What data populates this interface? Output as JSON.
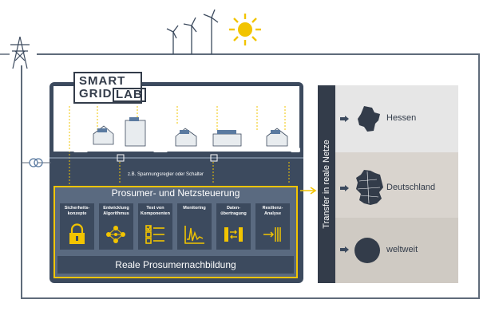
{
  "logo": {
    "line1": "SMART",
    "line2": "GRID",
    "line3": "LAB"
  },
  "voltage_note": "z.B. Spannungsregler oder Schalter",
  "control": {
    "title": "Prosumer- und Netzsteuerung",
    "footer": "Reale Prosumernachbildung",
    "modules": [
      {
        "label": "Sicherheits-\nkonzepte",
        "icon": "padlock-icon"
      },
      {
        "label": "Entwicklung\nAlgorithmus",
        "icon": "network-nodes-icon"
      },
      {
        "label": "Test von\nKomponenten",
        "icon": "checklist-icon"
      },
      {
        "label": "Monitoring",
        "icon": "waveform-icon"
      },
      {
        "label": "Daten-\nübertragung",
        "icon": "data-transfer-icon"
      },
      {
        "label": "Resilienz-\nAnalyse",
        "icon": "resilience-arrow-icon"
      }
    ]
  },
  "transfer_label": "Transfer in reale Netze",
  "regions": [
    {
      "label": "Hessen",
      "icon": "hessen-map-icon"
    },
    {
      "label": "Deutschland",
      "icon": "germany-map-icon"
    },
    {
      "label": "weltweit",
      "icon": "globe-icon"
    }
  ],
  "colors": {
    "dark": "#333c4a",
    "panel": "#3c4a5e",
    "accent": "#f2c400",
    "grid_line": "#5f6b7a"
  }
}
